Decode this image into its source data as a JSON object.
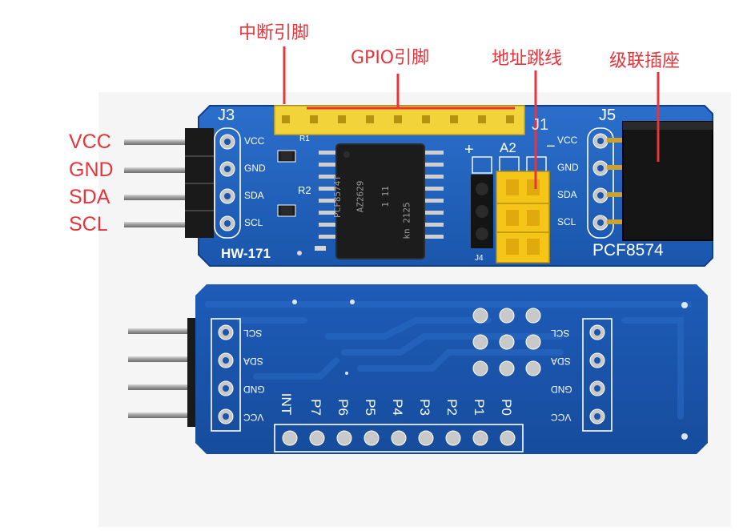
{
  "annotations": {
    "interrupt_pin": "中断引脚",
    "gpio_pins": "GPIO引脚",
    "address_jumper": "地址跳线",
    "cascade_socket": "级联插座"
  },
  "pin_labels": {
    "vcc": "VCC",
    "gnd": "GND",
    "sda": "SDA",
    "scl": "SCL"
  },
  "front_board": {
    "j3": "J3",
    "j5": "J5",
    "j1": "J1",
    "j4": "J4",
    "a2": "A2",
    "plus": "+",
    "minus": "−",
    "r1": "R1",
    "r2": "R2",
    "model": "HW-171",
    "chip_name": "PCF8574",
    "chip_text": [
      "PCF8574T",
      "AZ2629",
      "1  11",
      "kn 2125"
    ],
    "pins_left": [
      "VCC",
      "GND",
      "SDA",
      "SCL"
    ],
    "pins_right": [
      "VCC",
      "GND",
      "SDA",
      "SCL"
    ]
  },
  "back_board": {
    "left_pins": [
      "SCL",
      "SDA",
      "GND",
      "VCC"
    ],
    "right_pins": [
      "SCL",
      "SDA",
      "GND",
      "VCC"
    ],
    "gpio": [
      "INT",
      "P7",
      "P6",
      "P5",
      "P4",
      "P3",
      "P2",
      "P1",
      "P0"
    ]
  },
  "colors": {
    "annotation": "#e8343a",
    "pcb_blue": "#1f5fb8",
    "pcb_dark": "#103e86",
    "header_yellow": "#f2d43a",
    "jumper_yellow": "#f5c518"
  }
}
